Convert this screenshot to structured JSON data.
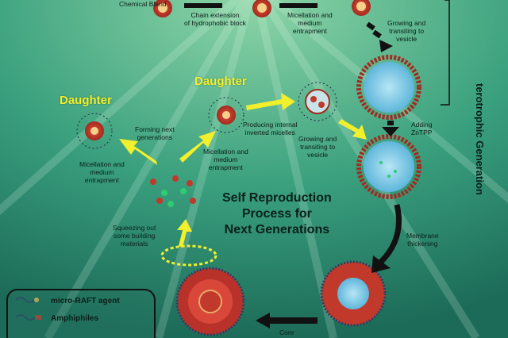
{
  "labels": {
    "chemical_blend": "Chemical Blend",
    "chain_extension": "Chain extension\nof hydrophobic block",
    "micellation_top": "Micellation and\nmedium\nentrapment",
    "growing_top": "Growing and\ntransiting to\nvesicle",
    "vertical_title": "terotrophic Generation",
    "daughter_1": "Daughter",
    "daughter_2": "Daughter",
    "forming_next": "Forming next\ngenerations",
    "producing_internal": "Producing internal\ninverted micelles",
    "adding_zntpp": "Adding\nZnTPP",
    "growing_mid": "Growing and\ntransiting to\nvesicle",
    "micellation_left": "Micellation and\nmedium\nentrapment",
    "micellation_mid": "Micellation and\nmedium\nentrapment",
    "self_reproduction": "Self Reproduction\nProcess for\nNext Generations",
    "membrane_thickening": "Membrane\nthickening",
    "squeezing_out": "Squeezing out\nsome building\nmaterials",
    "core": "Core"
  },
  "legend": {
    "items": [
      "micro-RAFT agent",
      "Amphiphiles"
    ]
  },
  "colors": {
    "background": "#2f8f72",
    "arrow_yellow": "#f2ef2c",
    "arrow_black": "#111111",
    "vesicle_core": "#7ec8e8",
    "vesicle_shell": "#c0392b",
    "text_dark": "#0b1f19"
  }
}
